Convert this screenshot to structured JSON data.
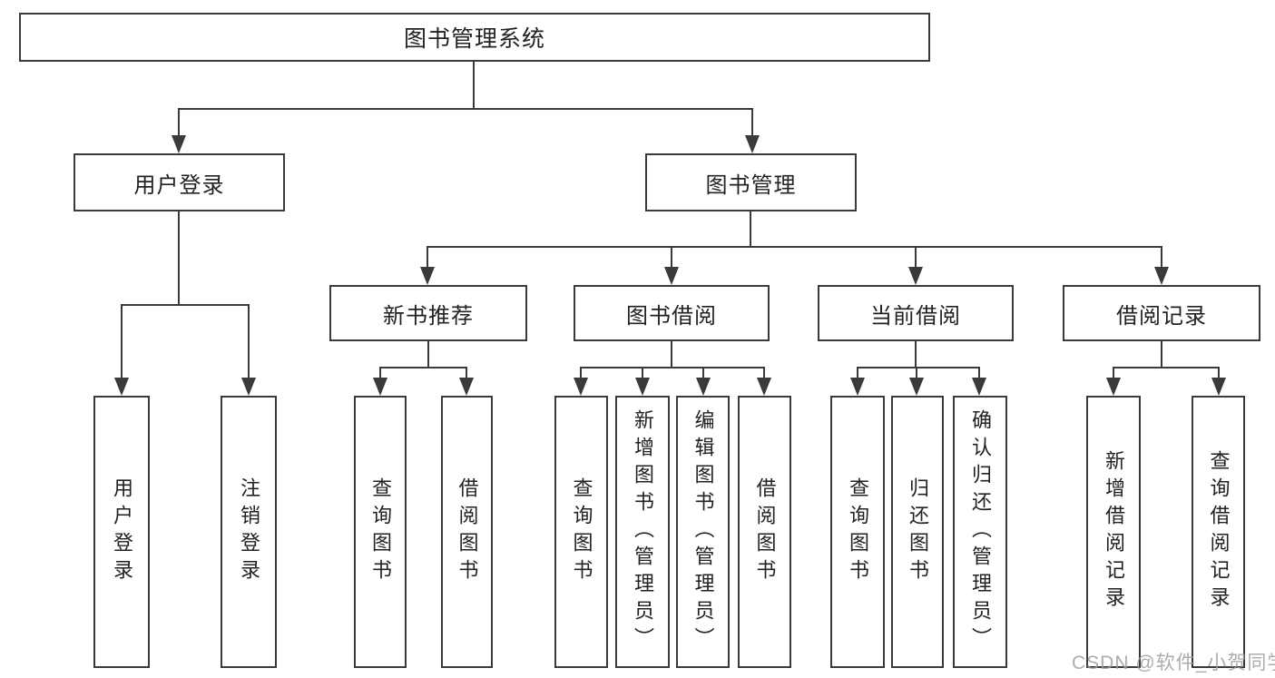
{
  "diagram": {
    "title": "图书管理系统",
    "level2": {
      "user_login": "用户登录",
      "book_mgmt": "图书管理"
    },
    "level3": {
      "new_books": "新书推荐",
      "book_borrow": "图书借阅",
      "current_borrow": "当前借阅",
      "borrow_records": "借阅记录"
    },
    "leaves": {
      "user_login": "用户登录",
      "logout": "注销登录",
      "nb_query": "查询图书",
      "nb_borrow": "借阅图书",
      "bb_query": "查询图书",
      "bb_add": "新增图书（管理员）",
      "bb_edit": "编辑图书（管理员）",
      "bb_borrow": "借阅图书",
      "cb_query": "查询图书",
      "cb_return": "归还图书",
      "cb_confirm": "确认归还（管理员）",
      "br_add": "新增借阅记录",
      "br_query": "查询借阅记录"
    },
    "watermark": "CSDN @软件_小贺同学",
    "colors": {
      "line": "#3a3a3a",
      "text": "#222222",
      "watermark": "#9e9e9e",
      "background": "#ffffff"
    }
  }
}
